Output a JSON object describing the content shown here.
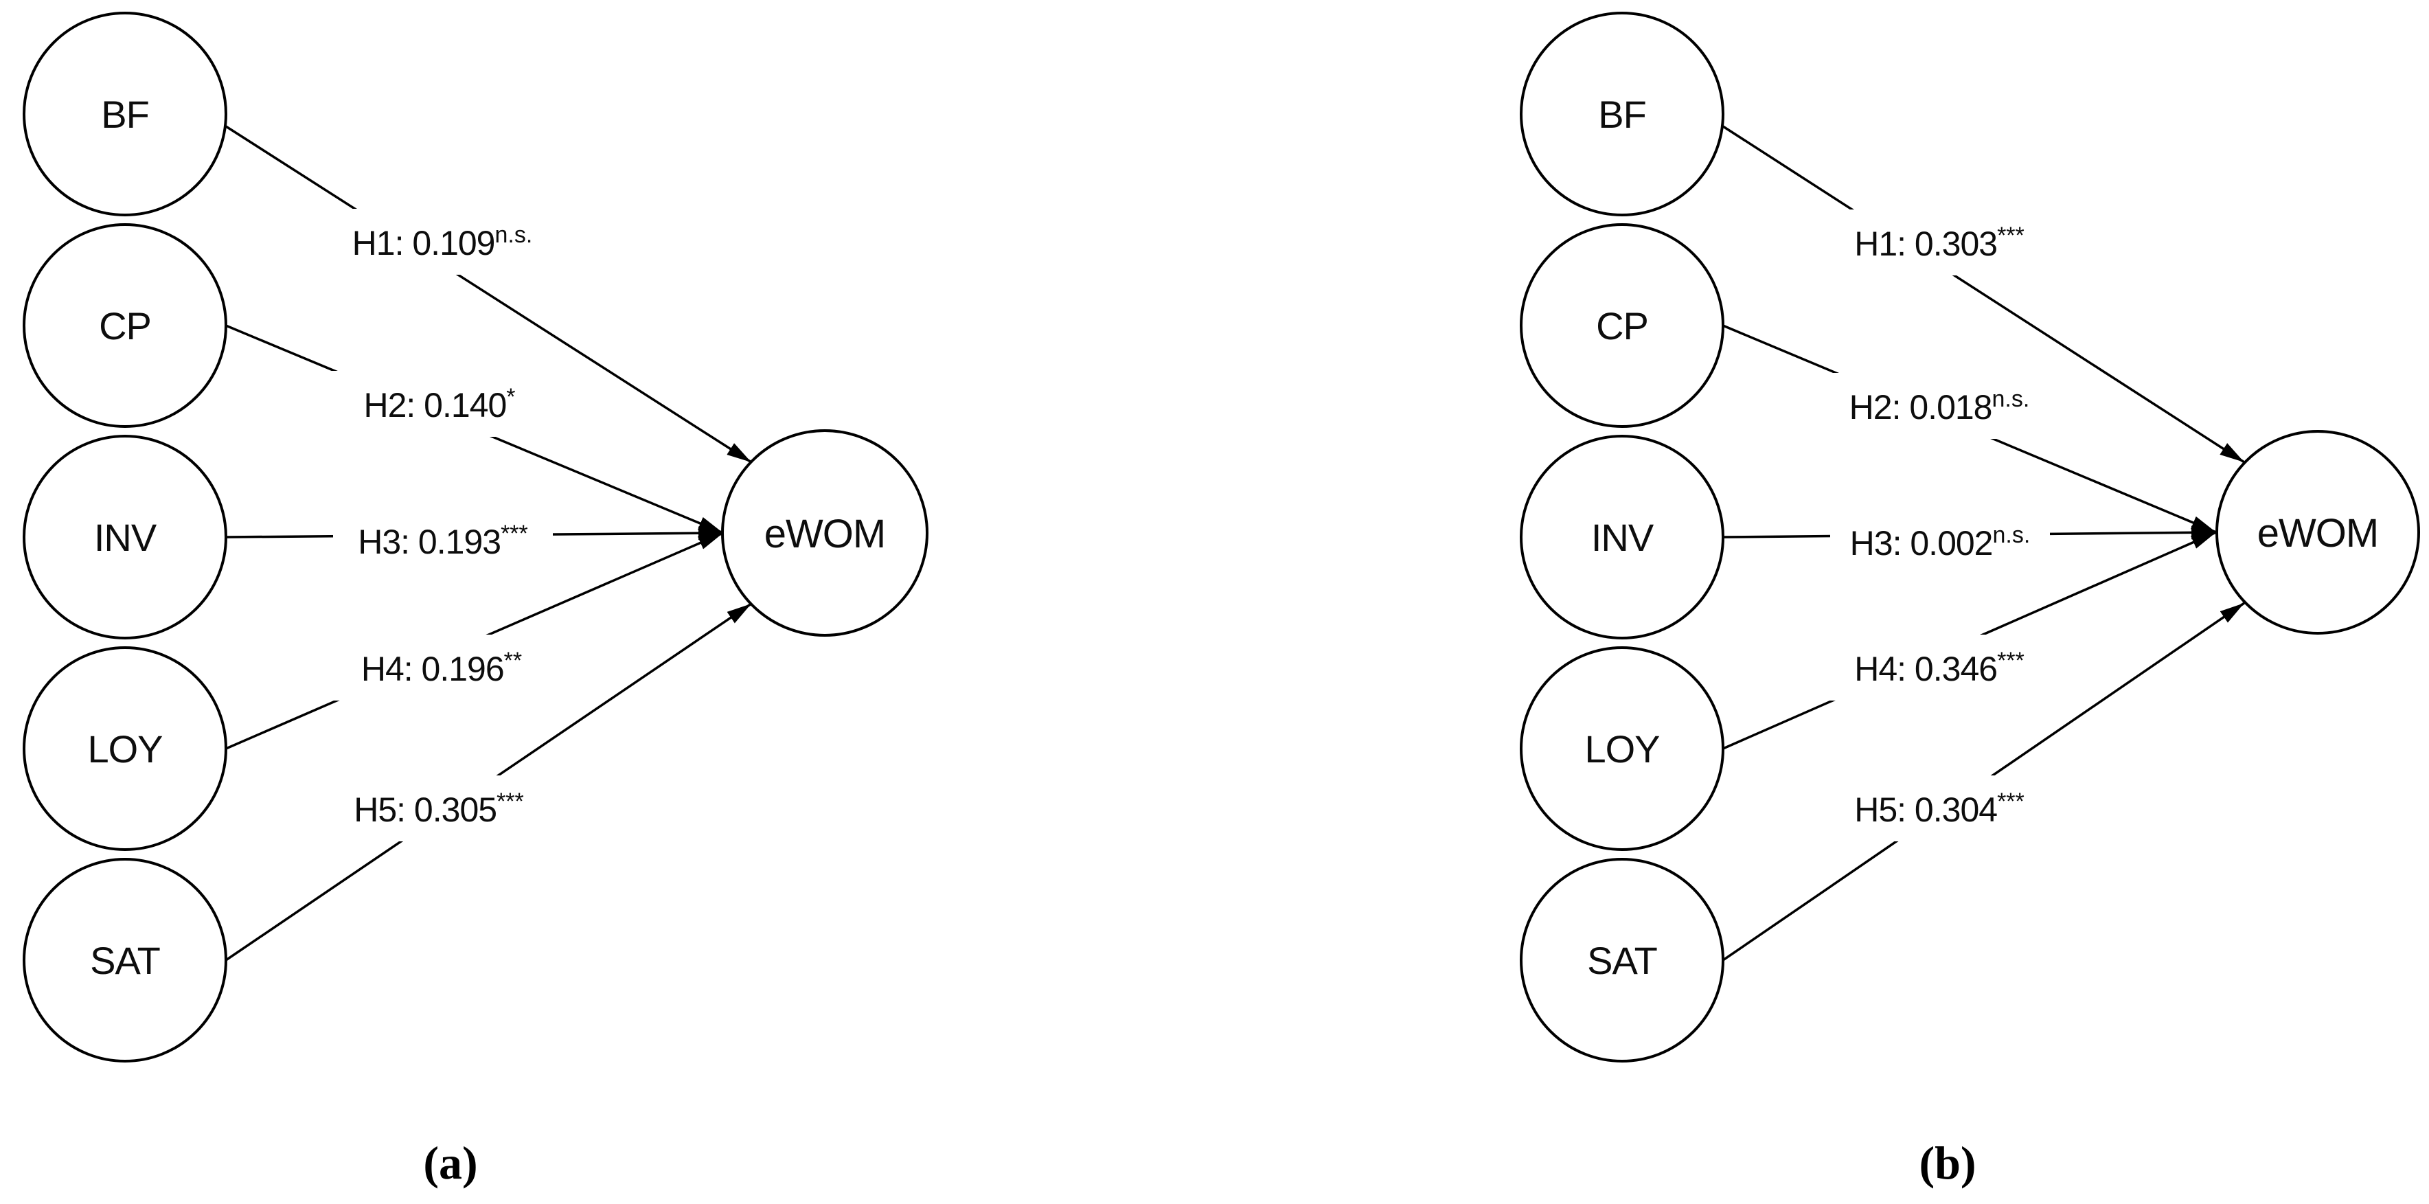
{
  "figure": {
    "background_color": "#ffffff",
    "line_color": "#000000",
    "panels": [
      {
        "caption": "(a)",
        "outcome_node": "eWOM",
        "nodes": [
          {
            "label": "BF"
          },
          {
            "label": "CP"
          },
          {
            "label": "INV"
          },
          {
            "label": "LOY"
          },
          {
            "label": "SAT"
          }
        ],
        "paths": [
          {
            "hypothesis": "H1",
            "coefficient": "0.109",
            "significance": "n.s.",
            "text": "H1: 0.109"
          },
          {
            "hypothesis": "H2",
            "coefficient": "0.140",
            "significance": "*",
            "text": "H2: 0.140"
          },
          {
            "hypothesis": "H3",
            "coefficient": "0.193",
            "significance": "***",
            "text": "H3: 0.193"
          },
          {
            "hypothesis": "H4",
            "coefficient": "0.196",
            "significance": "**",
            "text": "H4: 0.196"
          },
          {
            "hypothesis": "H5",
            "coefficient": "0.305",
            "significance": "***",
            "text": "H5: 0.305"
          }
        ]
      },
      {
        "caption": "(b)",
        "outcome_node": "eWOM",
        "nodes": [
          {
            "label": "BF"
          },
          {
            "label": "CP"
          },
          {
            "label": "INV"
          },
          {
            "label": "LOY"
          },
          {
            "label": "SAT"
          }
        ],
        "paths": [
          {
            "hypothesis": "H1",
            "coefficient": "0.303",
            "significance": "***",
            "text": "H1: 0.303"
          },
          {
            "hypothesis": "H2",
            "coefficient": "0.018",
            "significance": "n.s.",
            "text": "H2: 0.018"
          },
          {
            "hypothesis": "H3",
            "coefficient": "0.002",
            "significance": "n.s.",
            "text": "H3: 0.002"
          },
          {
            "hypothesis": "H4",
            "coefficient": "0.346",
            "significance": "***",
            "text": "H4: 0.346"
          },
          {
            "hypothesis": "H5",
            "coefficient": "0.304",
            "significance": "***",
            "text": "H5: 0.304"
          }
        ]
      }
    ]
  }
}
